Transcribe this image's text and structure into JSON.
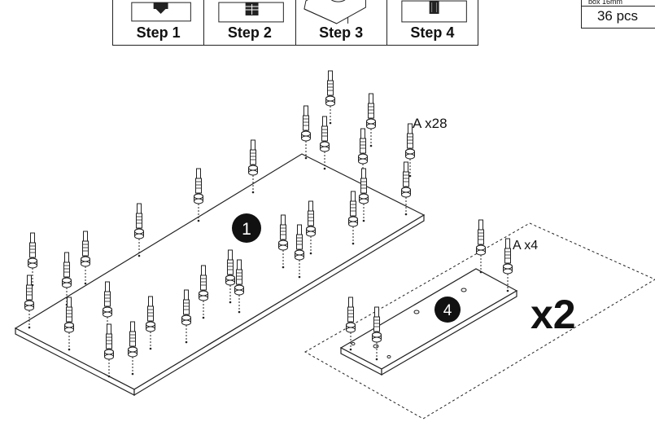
{
  "steps": [
    {
      "label": "Step 1"
    },
    {
      "label": "Step 2"
    },
    {
      "label": "Step 3"
    },
    {
      "label": "Step 4"
    }
  ],
  "part_count": {
    "header": "box 16mm",
    "value": "36 pcs"
  },
  "panel_large": {
    "number": "1",
    "callout": "A x28"
  },
  "panel_small": {
    "number": "4",
    "callout": "A x4",
    "multiplier": "x2"
  }
}
